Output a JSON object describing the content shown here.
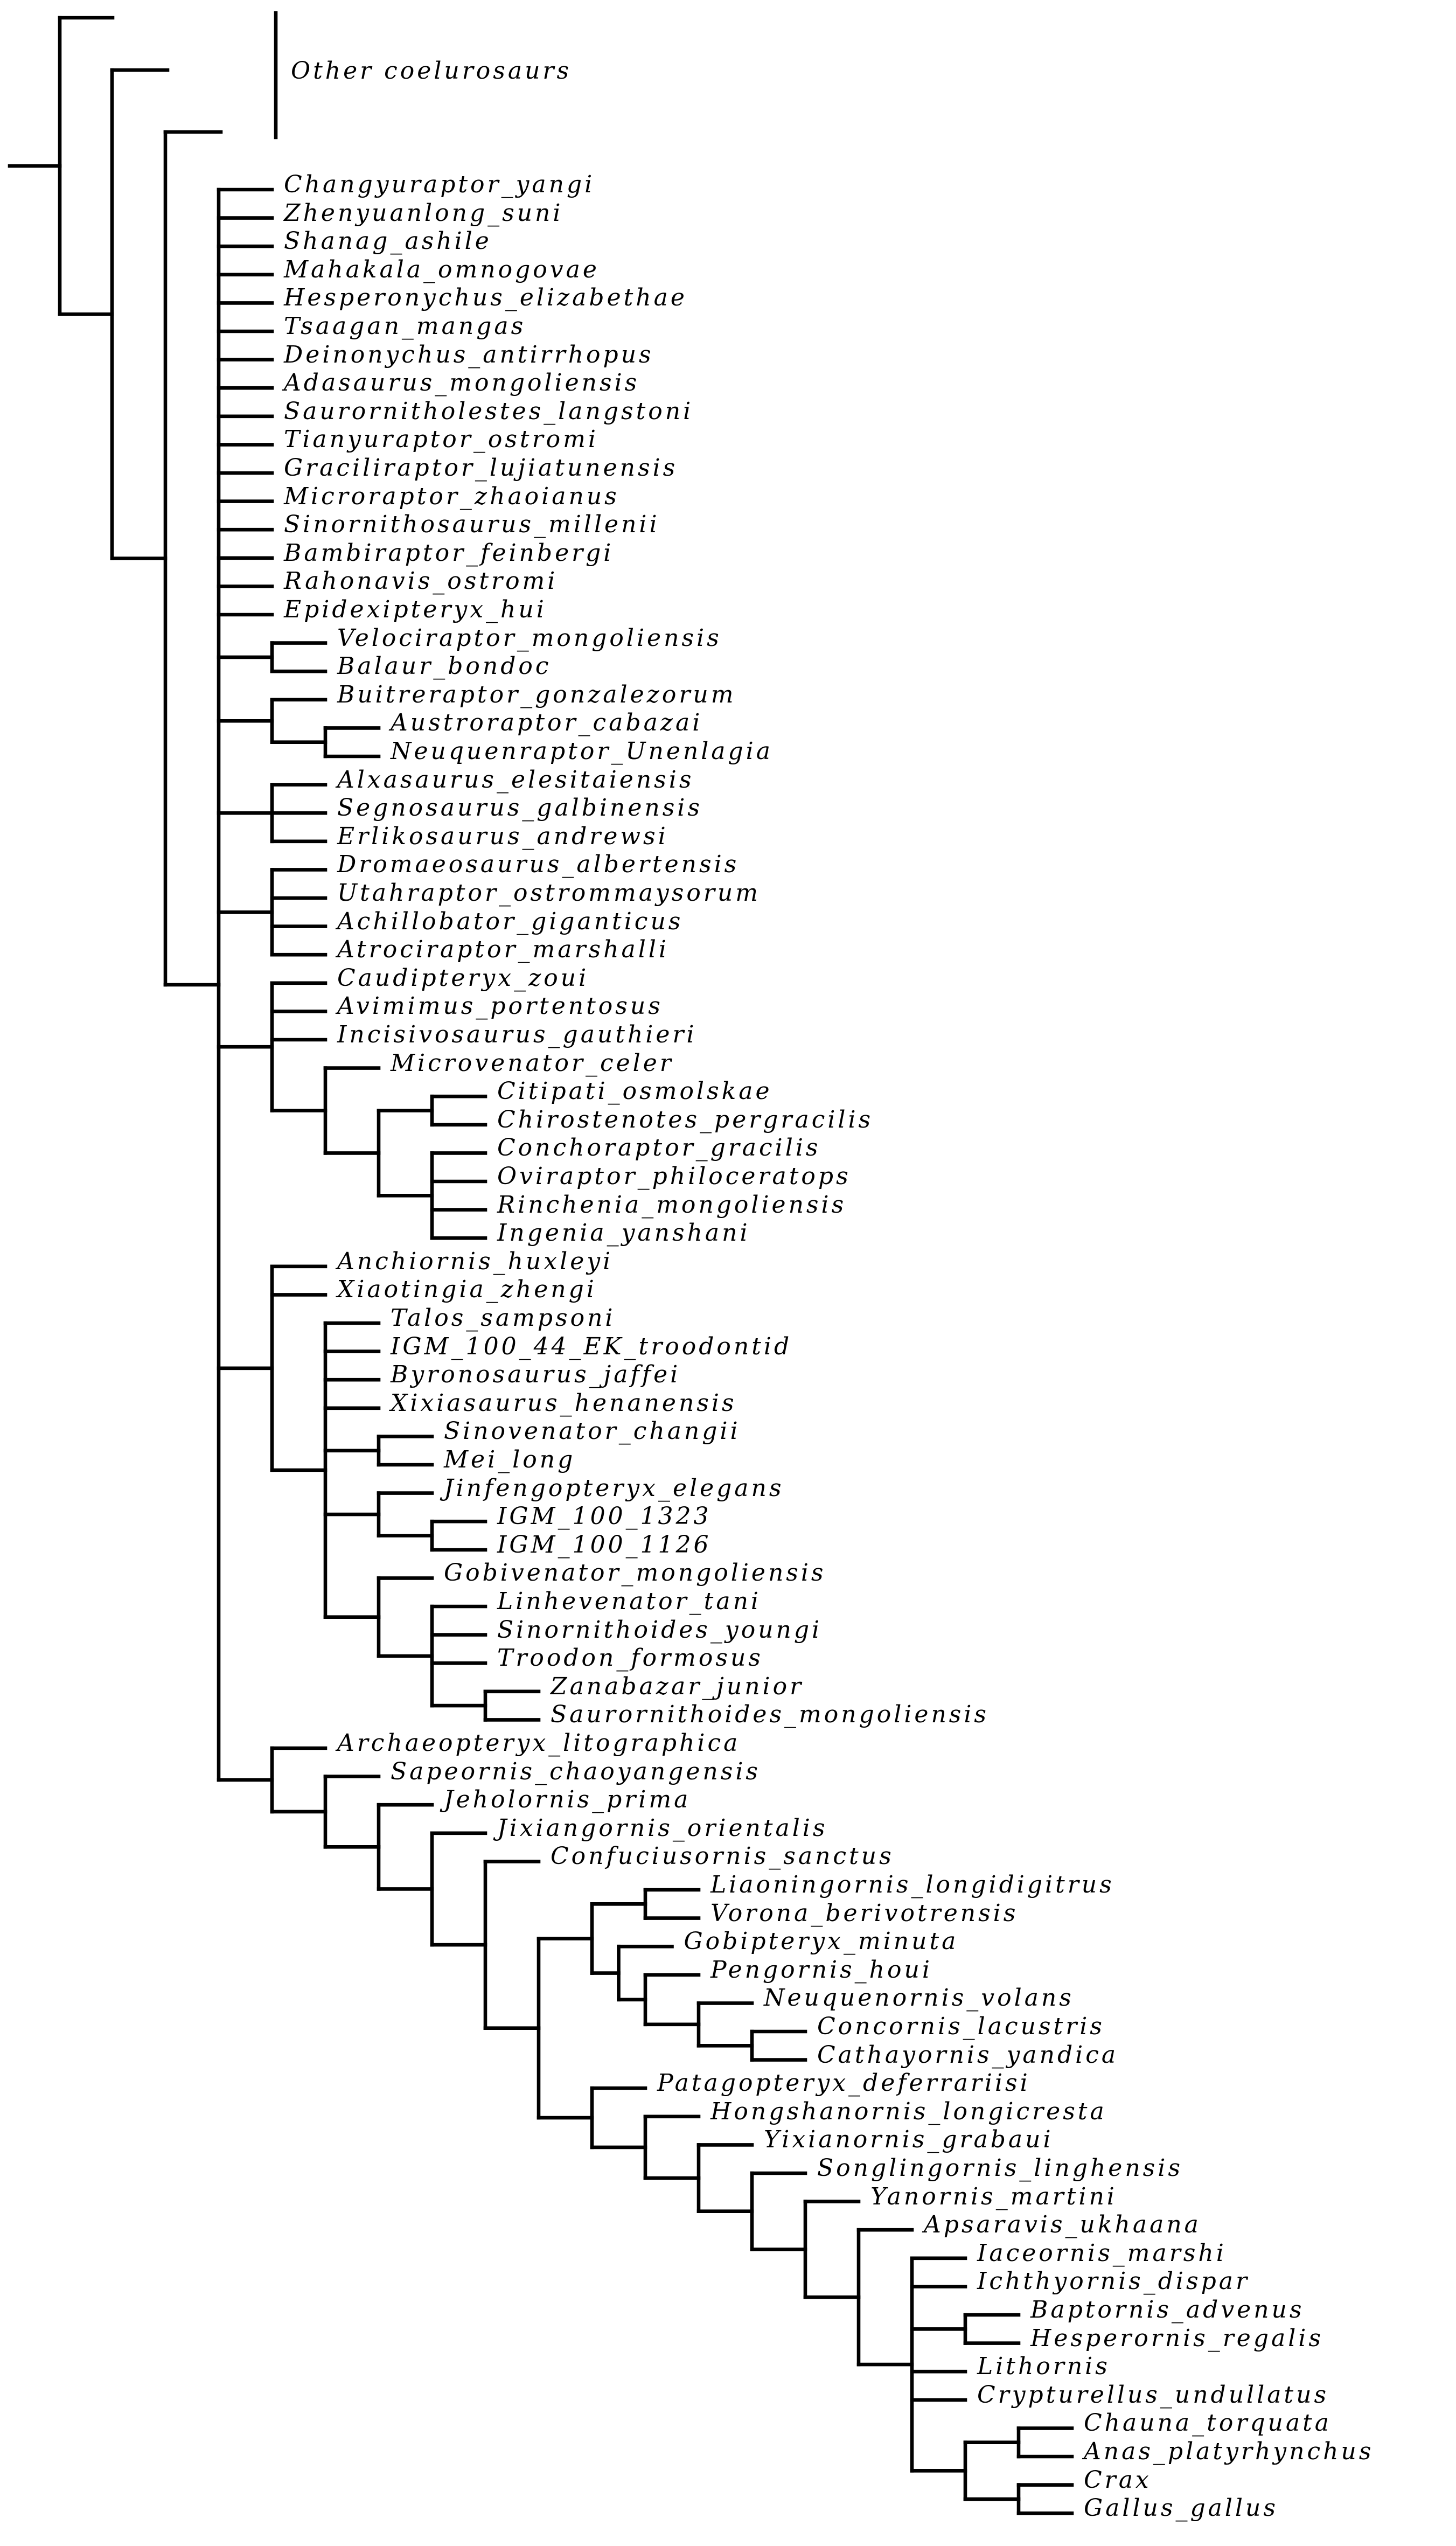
{
  "tree": {
    "line_color": "#000000",
    "label_color": "#000000",
    "group_label": "Other coelurosaurs",
    "taxa": [
      "Changyuraptor_yangi",
      "Zhenyuanlong_suni",
      "Shanag_ashile",
      "Mahakala_omnogovae",
      "Hesperonychus_elizabethae",
      "Tsaagan_mangas",
      "Deinonychus_antirrhopus",
      "Adasaurus_mongoliensis",
      "Saurornitholestes_langstoni",
      "Tianyuraptor_ostromi",
      "Graciliraptor_lujiatunensis",
      "Microraptor_zhaoianus",
      "Sinornithosaurus_millenii",
      "Bambiraptor_feinbergi",
      "Rahonavis_ostromi",
      "Epidexipteryx_hui",
      "Velociraptor_mongoliensis",
      "Balaur_bondoc",
      "Buitreraptor_gonzalezorum",
      "Austroraptor_cabazai",
      "Neuquenraptor_Unenlagia",
      "Alxasaurus_elesitaiensis",
      "Segnosaurus_galbinensis",
      "Erlikosaurus_andrewsi",
      "Dromaeosaurus_albertensis",
      "Utahraptor_ostrommaysorum",
      "Achillobator_giganticus",
      "Atrociraptor_marshalli",
      "Caudipteryx_zoui",
      "Avimimus_portentosus",
      "Incisivosaurus_gauthieri",
      "Microvenator_celer",
      "Citipati_osmolskae",
      "Chirostenotes_pergracilis",
      "Conchoraptor_gracilis",
      "Oviraptor_philoceratops",
      "Rinchenia_mongoliensis",
      "Ingenia_yanshani",
      "Anchiornis_huxleyi",
      "Xiaotingia_zhengi",
      "Talos_sampsoni",
      "IGM_100_44_EK_troodontid",
      "Byronosaurus_jaffei",
      "Xixiasaurus_henanensis",
      "Sinovenator_changii",
      "Mei_long",
      "Jinfengopteryx_elegans",
      "IGM_100_1323",
      "IGM_100_1126",
      "Gobivenator_mongoliensis",
      "Linhevenator_tani",
      "Sinornithoides_youngi",
      "Troodon_formosus",
      "Zanabazar_junior",
      "Saurornithoides_mongoliensis",
      "Archaeopteryx_litographica",
      "Sapeornis_chaoyangensis",
      "Jeholornis_prima",
      "Jixiangornis_orientalis",
      "Confuciusornis_sanctus",
      "Liaoningornis_longidigitrus",
      "Vorona_berivotrensis",
      "Gobipteryx_minuta",
      "Pengornis_houi",
      "Neuquenornis_volans",
      "Concornis_lacustris",
      "Cathayornis_yandica",
      "Patagopteryx_deferrariisi",
      "Hongshanornis_longicresta",
      "Yixianornis_grabaui",
      "Songlingornis_linghensis",
      "Yanornis_martini",
      "Apsaravis_ukhaana",
      "Iaceornis_marshi",
      "Ichthyornis_dispar",
      "Baptornis_advenus",
      "Hesperornis_regalis",
      "Lithornis",
      "Crypturellus_undullatus",
      "Chauna_torquata",
      "Anas_platyrhynchus",
      "Crax",
      "Gallus_gallus"
    ]
  }
}
